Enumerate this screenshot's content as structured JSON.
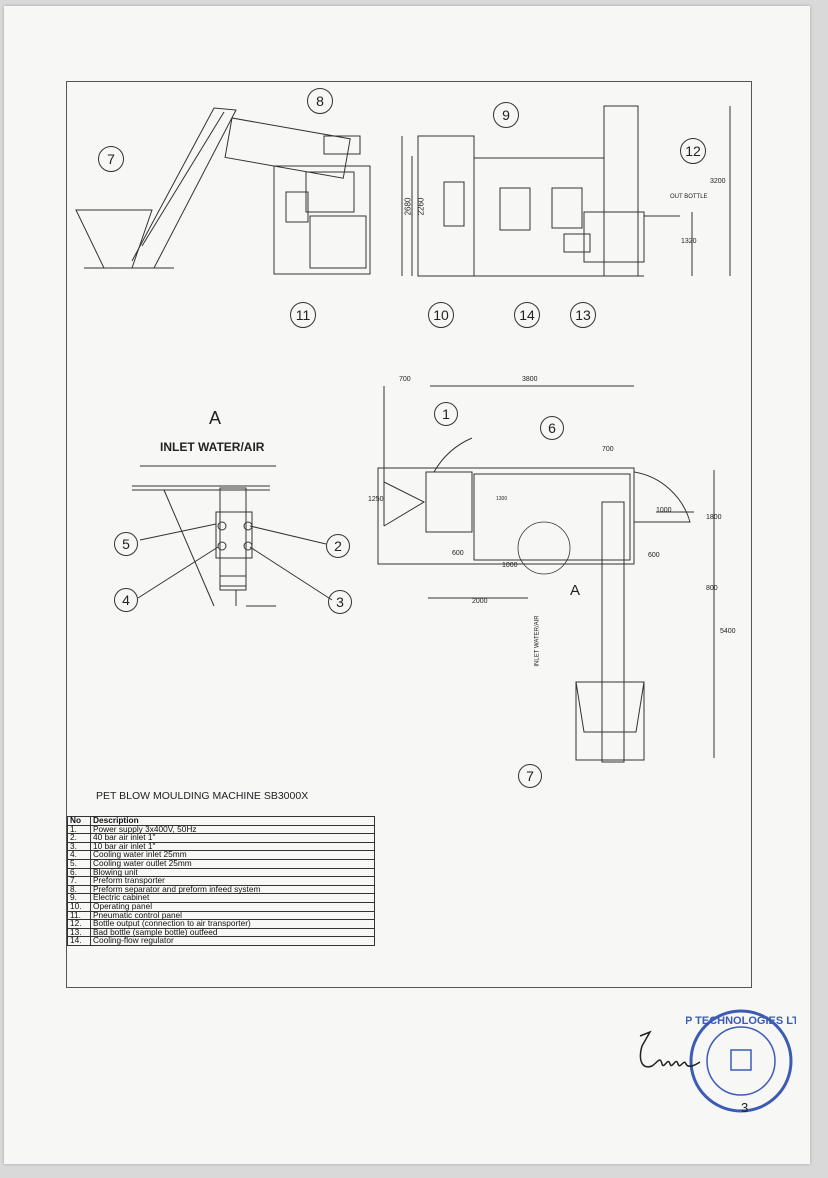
{
  "top_callouts": [
    "7",
    "8",
    "11",
    "9",
    "10",
    "14",
    "13",
    "12"
  ],
  "top_dims": {
    "h1": "2680",
    "h2": "2260",
    "h3": "3200",
    "h4": "1320",
    "out_label": "OUT BOTTLE"
  },
  "detail": {
    "letter": "A",
    "title": "INLET WATER/AIR",
    "callouts": [
      "5",
      "2",
      "4",
      "3"
    ]
  },
  "plan": {
    "callouts": [
      "1",
      "6",
      "7"
    ],
    "section_letter": "A",
    "vertical_label": "INLET WATER/AIR",
    "dims": [
      "700",
      "3800",
      "700",
      "1250",
      "1300",
      "1000",
      "1800",
      "600",
      "1000",
      "600",
      "2000",
      "800",
      "5400"
    ]
  },
  "machine_title": "PET BLOW MOULDING MACHINE SB3000X",
  "legend": {
    "headers": [
      "No",
      "Description"
    ],
    "rows": [
      {
        "no": "1.",
        "desc": "Power supply 3x400V, 50Hz"
      },
      {
        "no": "2.",
        "desc": "40 bar air inlet 1\""
      },
      {
        "no": "3.",
        "desc": "10 bar air inlet 1\""
      },
      {
        "no": "4.",
        "desc": "Cooling water inlet 25mm"
      },
      {
        "no": "5.",
        "desc": "Cooling water outlet 25mm"
      },
      {
        "no": "6.",
        "desc": "Blowing unit"
      },
      {
        "no": "7.",
        "desc": "Preform transporter"
      },
      {
        "no": "8.",
        "desc": "Preform separator and preform infeed system"
      },
      {
        "no": "9.",
        "desc": "Electric cabinet"
      },
      {
        "no": "10.",
        "desc": "Operating panel"
      },
      {
        "no": "11.",
        "desc": "Pneumatic control panel"
      },
      {
        "no": "12.",
        "desc": "Bottle output (connection to air transporter)"
      },
      {
        "no": "13.",
        "desc": "Bad bottle (sample bottle) outfeed"
      },
      {
        "no": "14.",
        "desc": "Cooling-flow regulator"
      }
    ]
  },
  "stamp": {
    "text": "ZIP TECHNOLOGIES LTD"
  },
  "page_number": "3"
}
